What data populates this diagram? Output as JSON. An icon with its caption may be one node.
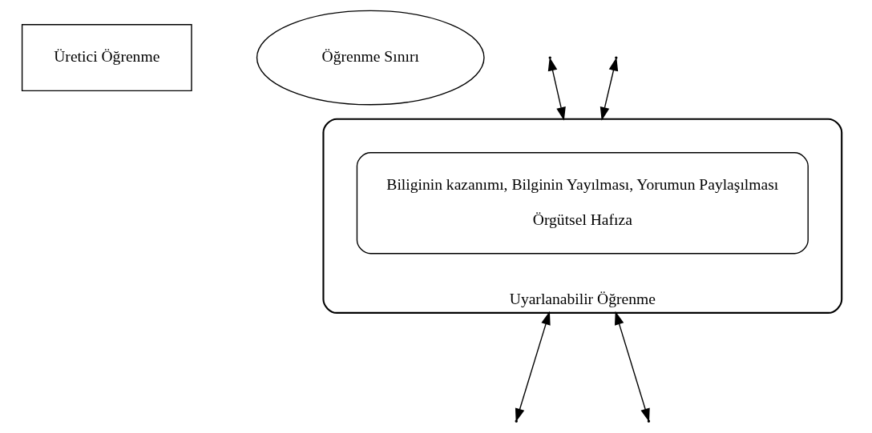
{
  "diagram": {
    "nodes": [
      {
        "text": [
          "Üretici Öğrenme"
        ]
      },
      {
        "text": [
          "Öğrenme Sınırı"
        ]
      },
      {
        "text": [
          "Uyarlanabilir Öğrenme"
        ]
      },
      {
        "text": [
          "Biliginin kazanımı, Bilginin Yayılması, Yorumun Paylaşılması",
          "Örgütsel Hafıza"
        ],
        "in": 2
      }
    ],
    "edges": [
      {
        "from": null,
        "to": 2,
        "arrow": "both"
      },
      {
        "from": null,
        "to": 2,
        "arrow": "both"
      },
      {
        "from": null,
        "to": 2,
        "arrow": "both"
      },
      {
        "from": null,
        "to": 2,
        "arrow": "both"
      }
    ]
  }
}
